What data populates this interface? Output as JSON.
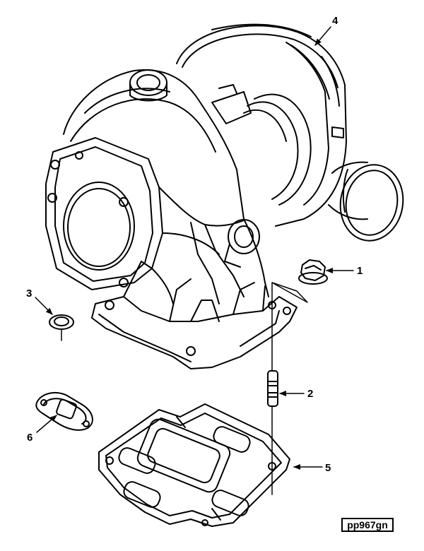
{
  "callouts": [
    {
      "id": "1",
      "part": "flange-nut"
    },
    {
      "id": "2",
      "part": "stud"
    },
    {
      "id": "3",
      "part": "sealing-washer"
    },
    {
      "id": "4",
      "part": "turbocharger"
    },
    {
      "id": "5",
      "part": "turbocharger-mounting-gasket"
    },
    {
      "id": "6",
      "part": "drain-gasket"
    }
  ],
  "reference_code": "pp967gn",
  "colors": {
    "line": "#000000",
    "paper": "#ffffff"
  }
}
